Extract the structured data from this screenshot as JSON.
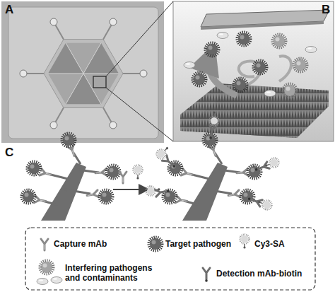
{
  "diagram": {
    "labels": [
      "A",
      "B",
      "C"
    ],
    "legend": [
      {
        "text": "Capture mAb"
      },
      {
        "text": "Target pathogen"
      },
      {
        "text": "Cy3-SA"
      },
      {
        "text": "Interfering pathogens and contaminants"
      },
      {
        "text": "Detection mAb-biotin"
      }
    ]
  }
}
